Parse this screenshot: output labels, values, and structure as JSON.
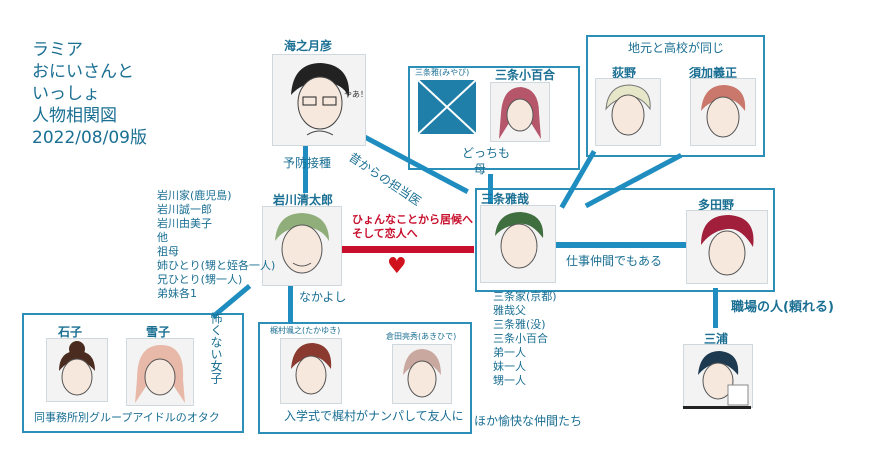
{
  "title_lines": [
    "ラミア",
    "おにいさんと",
    "いっしょ",
    "人物相関図",
    "2022/08/09版"
  ],
  "characters": {
    "umino": "海之月彦",
    "iwakawa": "岩川清太郎",
    "miyabi_small": "三条雅(みやび)",
    "sayuri": "三条小百合",
    "ogino": "荻野",
    "sugaya": "須加義正",
    "masaya": "三条雅哉",
    "tadano": "多田野",
    "miura": "三浦",
    "ishiko": "石子",
    "yukiko": "雪子",
    "kajimura_small": "梶村颯之(たかゆき)",
    "kurata_small": "倉田亮秀(あきひで)"
  },
  "relations": {
    "yobou": "予防接種",
    "mukashi": "昔からの担当医",
    "docchimo": "どっちも",
    "haha": "母",
    "jimoto": "地元と高校が同じ",
    "hyon_1": "ひょんなことから居候へ",
    "hyon_2": "そして恋人へ",
    "shigoto": "仕事仲間でもある",
    "shokuba": "職場の人(頼れる)",
    "nakayoshi": "なかよし",
    "kowakunai": "怖くない女子",
    "jimusho": "同事務所別グループアイドルのオタク",
    "nyugaku": "入学式で梶村がナンパして友人に",
    "hoka": "ほか愉快な仲間たち"
  },
  "iwakawa_family": [
    "岩川家(鹿児島)",
    "岩川誠一郎",
    "岩川由美子",
    "他",
    "祖母",
    "姉ひとり(甥と姪各一人)",
    "兄ひとり(甥一人)",
    "弟妹各1"
  ],
  "sanjo_family": [
    "三条家(京都)",
    "雅哉父",
    "三条雅(没)",
    "三条小百合",
    "弟一人",
    "妹一人",
    "甥一人"
  ],
  "colors": {
    "accent": "#1f8dbf",
    "text": "#1a6f93",
    "red": "#c8102e"
  },
  "speech": "やあ！"
}
